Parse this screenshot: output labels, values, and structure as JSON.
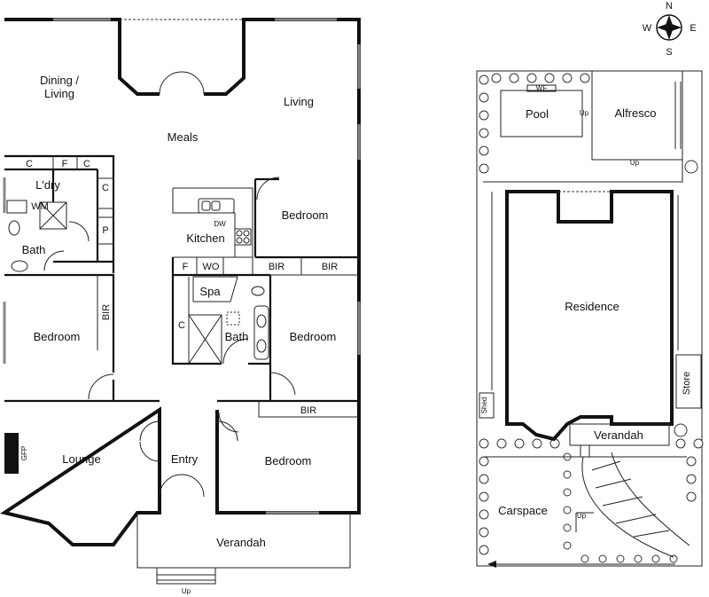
{
  "compass": {
    "n": "N",
    "e": "E",
    "s": "S",
    "w": "W"
  },
  "house": {
    "dining_living_1": "Dining /",
    "dining_living_2": "Living",
    "living": "Living",
    "meals": "Meals",
    "laundry": "L'dry",
    "c1": "C",
    "f1": "F",
    "c2": "C",
    "c3": "C",
    "wm": "WM",
    "p": "P",
    "bath1": "Bath",
    "kitchen": "Kitchen",
    "dw": "DW",
    "bedroom_ne": "Bedroom",
    "f2": "F",
    "wo": "WO",
    "bir1": "BIR",
    "bir2": "BIR",
    "spa": "Spa",
    "c4": "C",
    "bath2": "Bath",
    "bedroom_w": "Bedroom",
    "bir_w": "BIR",
    "bedroom_e": "Bedroom",
    "bir3": "BIR",
    "lounge": "Lounge",
    "gfp": "GFP",
    "entry": "Entry",
    "bedroom_se": "Bedroom",
    "verandah": "Verandah",
    "up": "Up"
  },
  "site": {
    "pool": "Pool",
    "wf": "WF",
    "alfresco": "Alfresco",
    "up1": "Up",
    "up2": "Up",
    "residence": "Residence",
    "store": "Store",
    "shed": "Shed",
    "verandah": "Verandah",
    "carspace": "Carspace",
    "up3": "Up"
  }
}
